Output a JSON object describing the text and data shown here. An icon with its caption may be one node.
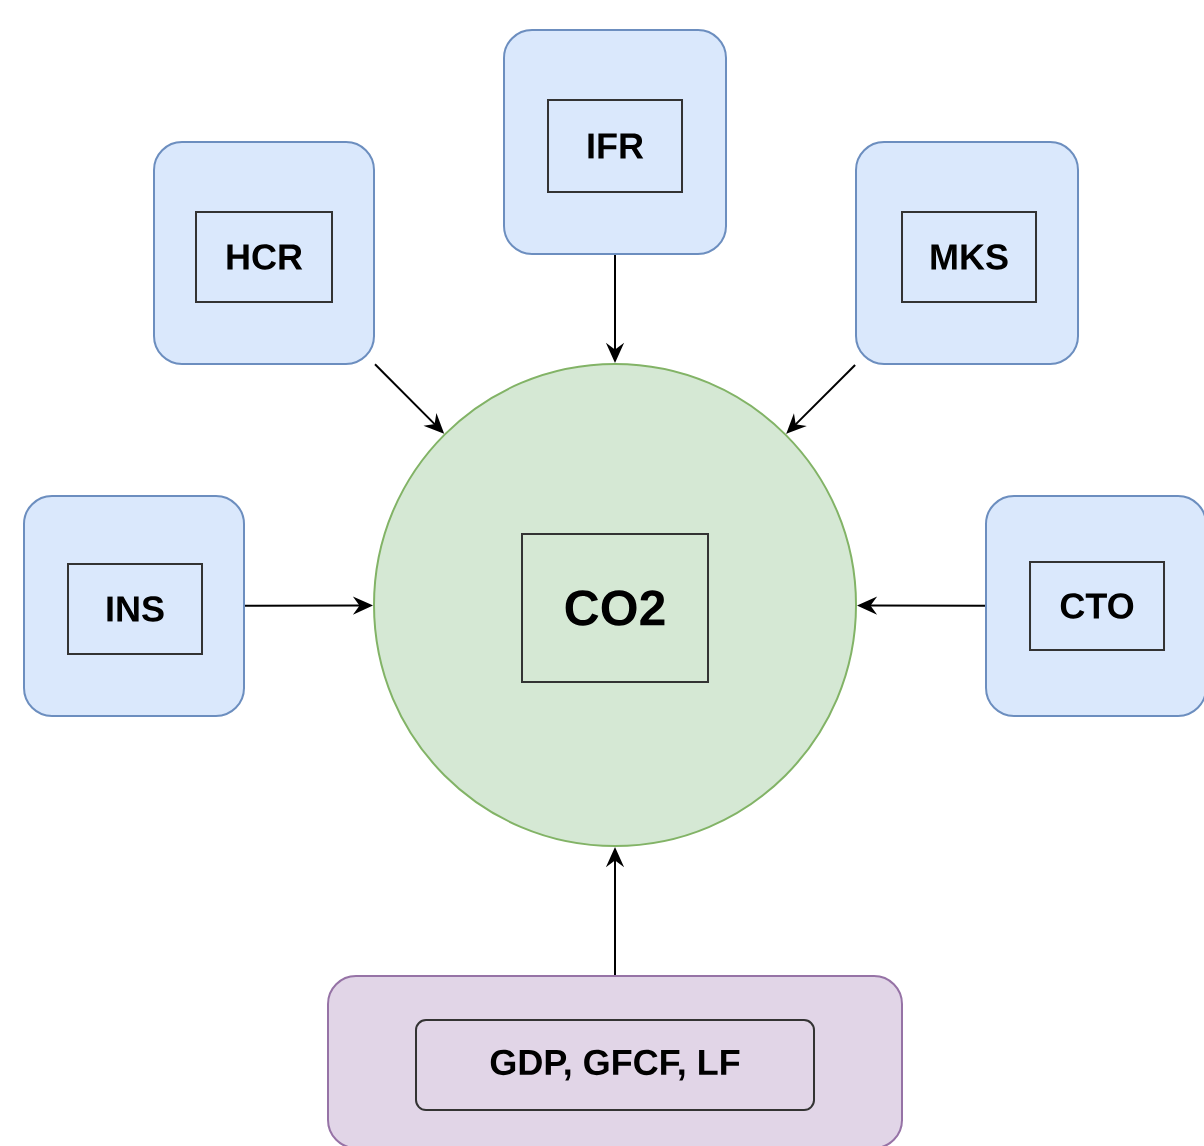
{
  "diagram": {
    "nodes": [
      {
        "text": [],
        "shape": "box"
      },
      {
        "text": [
          "IFR"
        ],
        "in": 0
      },
      {
        "text": [],
        "shape": "box"
      },
      {
        "text": [
          "HCR"
        ],
        "in": 2
      },
      {
        "text": [],
        "shape": "box"
      },
      {
        "text": [
          "MKS"
        ],
        "in": 4
      },
      {
        "text": [],
        "shape": "box"
      },
      {
        "text": [
          "INS"
        ],
        "in": 6
      },
      {
        "text": [],
        "shape": "circle"
      },
      {
        "text": [
          "CO2"
        ],
        "in": 8
      },
      {
        "text": [],
        "shape": "box"
      },
      {
        "text": [
          "CTO"
        ],
        "in": 10
      },
      {
        "text": [],
        "shape": "box"
      },
      {
        "text": [
          "GDP, GFCF, LF"
        ],
        "in": 12
      }
    ],
    "edges": [
      {
        "from": 0,
        "to": 8,
        "arrow": "to"
      },
      {
        "from": 2,
        "to": 8,
        "arrow": "to"
      },
      {
        "from": 4,
        "to": 8,
        "arrow": "to"
      },
      {
        "from": 6,
        "to": 8,
        "arrow": "to"
      },
      {
        "from": 10,
        "to": 8,
        "arrow": "to"
      },
      {
        "from": 12,
        "to": 8,
        "arrow": "to"
      }
    ]
  }
}
